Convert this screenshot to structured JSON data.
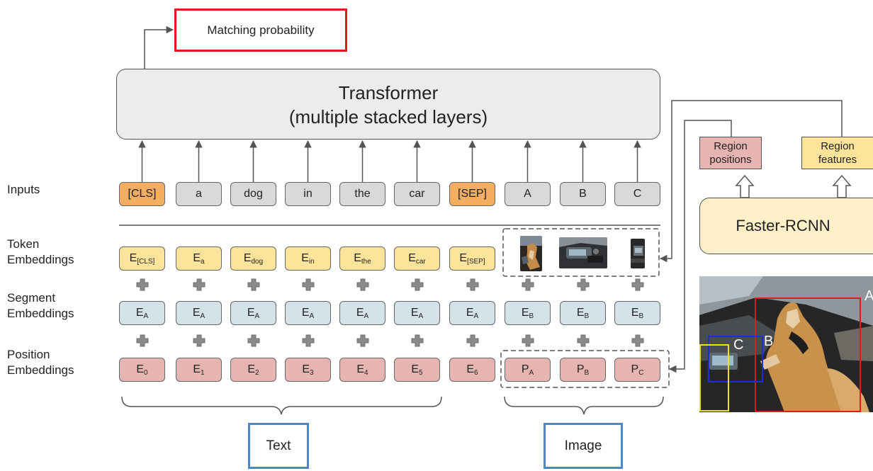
{
  "output": {
    "label": "Matching probability"
  },
  "transformer": {
    "line1": "Transformer",
    "line2": "(multiple stacked layers)"
  },
  "row_labels": {
    "inputs": "Inputs",
    "token_1": "Token",
    "token_2": "Embeddings",
    "segment_1": "Segment",
    "segment_2": "Embeddings",
    "position_1": "Position",
    "position_2": "Embeddings"
  },
  "inputs": [
    "[CLS]",
    "a",
    "dog",
    "in",
    "the",
    "car",
    "[SEP]",
    "A",
    "B",
    "C"
  ],
  "token_embeddings": [
    {
      "base": "E",
      "sub": "[CLS]"
    },
    {
      "base": "E",
      "sub": "a"
    },
    {
      "base": "E",
      "sub": "dog"
    },
    {
      "base": "E",
      "sub": "in"
    },
    {
      "base": "E",
      "sub": "the"
    },
    {
      "base": "E",
      "sub": "car"
    },
    {
      "base": "E",
      "sub": "[SEP]"
    }
  ],
  "segment_embeddings": [
    {
      "base": "E",
      "sub": "A"
    },
    {
      "base": "E",
      "sub": "A"
    },
    {
      "base": "E",
      "sub": "A"
    },
    {
      "base": "E",
      "sub": "A"
    },
    {
      "base": "E",
      "sub": "A"
    },
    {
      "base": "E",
      "sub": "A"
    },
    {
      "base": "E",
      "sub": "A"
    },
    {
      "base": "E",
      "sub": "B"
    },
    {
      "base": "E",
      "sub": "B"
    },
    {
      "base": "E",
      "sub": "B"
    }
  ],
  "position_embeddings": [
    {
      "base": "E",
      "sub": "0"
    },
    {
      "base": "E",
      "sub": "1"
    },
    {
      "base": "E",
      "sub": "2"
    },
    {
      "base": "E",
      "sub": "3"
    },
    {
      "base": "E",
      "sub": "4"
    },
    {
      "base": "E",
      "sub": "5"
    },
    {
      "base": "E",
      "sub": "6"
    },
    {
      "base": "P",
      "sub": "A"
    },
    {
      "base": "P",
      "sub": "B"
    },
    {
      "base": "P",
      "sub": "C"
    }
  ],
  "groups": {
    "text": "Text",
    "image": "Image"
  },
  "regions": {
    "positions_1": "Region",
    "positions_2": "positions",
    "features_1": "Region",
    "features_2": "features"
  },
  "detector": {
    "label": "Faster-RCNN"
  },
  "photo_boxes": {
    "a": "A",
    "b": "B",
    "c": "C"
  },
  "colors": {
    "special_token": "#f4ae62",
    "word_token": "#d9d9d9",
    "token_embedding": "#fde49a",
    "segment_embedding": "#d4e3ea",
    "position_embedding": "#e6b4b1",
    "output_box": "#e01b1b",
    "group_box": "#4a86c8",
    "detector": "#fdefc7",
    "box_a": "#e01b1b",
    "box_b": "#1a2fd6",
    "box_c": "#f0e21a"
  }
}
